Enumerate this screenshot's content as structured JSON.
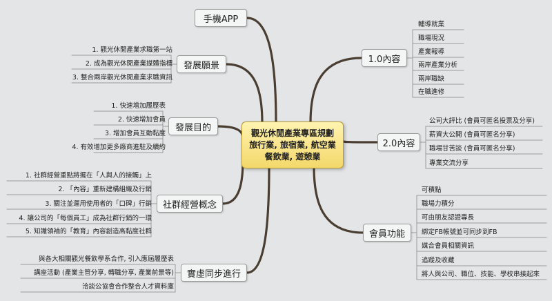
{
  "colors": {
    "branch": "#4a3d32",
    "leaf_line": "#9a9a9a",
    "center_fill": "#f3d86a",
    "node_fill": "#f4f5f5"
  },
  "center": {
    "line1": "觀光休閒產業專區規劃",
    "line2": "旅行業, 旅宿業, 航空業",
    "line3": "餐飲業, 遊憩業"
  },
  "branches": {
    "app": {
      "label": "手機APP",
      "items": []
    },
    "vision": {
      "label": "發展願景",
      "items": [
        "1. 觀光休閒產業求職第一站",
        "2. 成為觀光休閒產業媒體指標",
        "3. 整合兩岸觀光休閒產業求職資訊"
      ]
    },
    "goal": {
      "label": "發展目的",
      "items": [
        "1. 快速增加履歷表",
        "2. 快速增加會員",
        "3. 增加會員互動黏度",
        "4. 有效增加更多廠商進駐及續約"
      ]
    },
    "social": {
      "label": "社群經營概念",
      "items": [
        "1. 社群經營重點將擺在「人與人的接觸」上",
        "2. 「內容」重新建構組織及行銷",
        "3. 關注並運用使用者的「口碑」行銷",
        "4. 讓公司的「每個員工」成為社群行銷的一環",
        "5. 知識領袖的「教育」內容創造高黏度社群"
      ]
    },
    "parallel": {
      "label": "實虛同步進行",
      "items": [
        "與各大相關觀光餐飲學系合作, 引入應屆履歷表",
        "講座活動 (產業主管分享, 轉職分享, 產業前景等)",
        "洽談公協會合作整合人才資料庫"
      ]
    },
    "content1": {
      "label": "1.0內容",
      "items": [
        "輔導就業",
        "職場現況",
        "產業報導",
        "兩岸產業分析",
        "兩岸職缺",
        "在職進修"
      ]
    },
    "content2": {
      "label": "2.0內容",
      "items": [
        "公司大評比 (會員可匿名投票及分享)",
        "薪資大公開 (會員可匿名分享)",
        "職場甘苦談 (會員可匿名分享)",
        "專業交流分享"
      ]
    },
    "member": {
      "label": "會員功能",
      "items": [
        "可積點",
        "職場力積分",
        "可由朋友認證專長",
        "綁定FB帳號並可同步到FB",
        "媒合會員相關資訊",
        "追蹤及收藏",
        "將人與公司、職位、技能、學校串接起來"
      ]
    }
  }
}
